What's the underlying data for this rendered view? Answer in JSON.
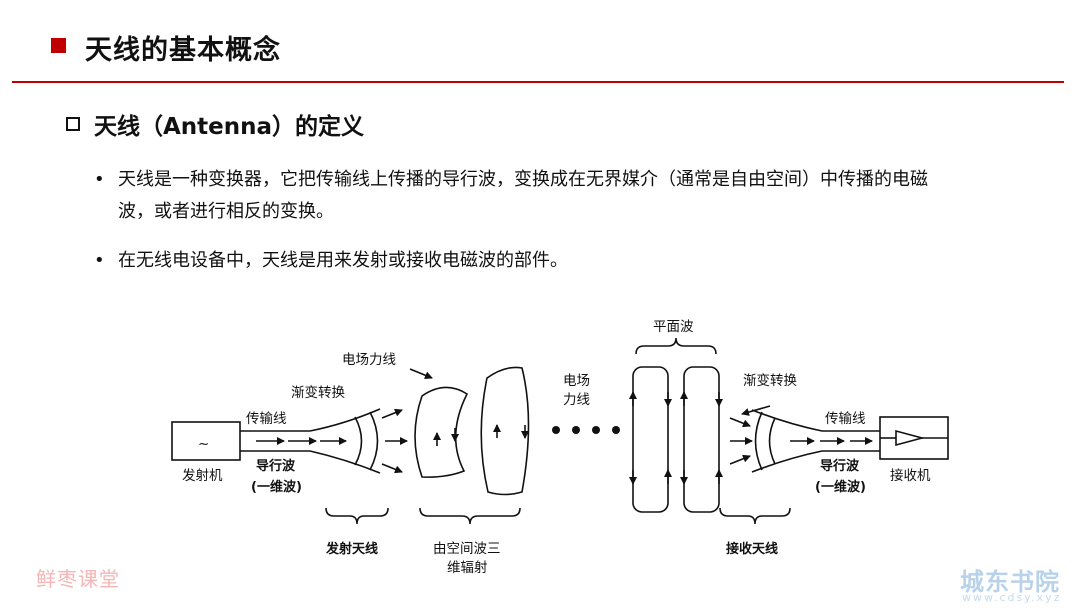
{
  "header": {
    "title": "天线的基本概念"
  },
  "section": {
    "title": "天线（Antenna）的定义"
  },
  "bullets": [
    {
      "marker": "•",
      "text": "天线是一种变换器，它把传输线上传播的导行波，变换成在无界媒介（通常是自由空间）中传播的电磁波，或者进行相反的变换。"
    },
    {
      "marker": "•",
      "text": "在无线电设备中，天线是用来发射或接收电磁波的部件。"
    }
  ],
  "diagram": {
    "labels": {
      "transmitter": "发射机",
      "receiver": "接收机",
      "tx_line": "传输线",
      "rx_line": "传输线",
      "tx_transition": "渐变转换",
      "rx_transition": "渐变转换",
      "e_field_lines": "电场力线",
      "e_field_line1": "电场",
      "e_field_line2": "力线",
      "plane_wave": "平面波",
      "guided_wave_left": "导行波",
      "one_dim_left": "(一维波)",
      "guided_wave_right": "导行波",
      "one_dim_right": "(一维波)",
      "tx_antenna": "发射天线",
      "space_wave_line1": "由空间波三",
      "space_wave_line2": "维辐射",
      "rx_antenna": "接收天线",
      "source_symbol": "~"
    }
  },
  "watermarks": {
    "left": "鲜枣课堂",
    "right": "城东书院",
    "right_sub": "www.cdsy.xyz"
  }
}
